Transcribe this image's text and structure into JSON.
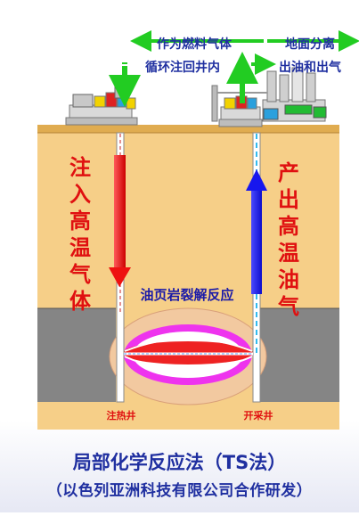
{
  "labels": {
    "top_left_line1": "作为燃料气体",
    "top_left_line2": "循环注回井内",
    "top_right_line1": "地面分离",
    "top_right_line2": "出油和出气",
    "left_vertical": [
      "注",
      "入",
      "高",
      "温",
      "气",
      "体"
    ],
    "right_vertical": [
      "产",
      "出",
      "高",
      "温",
      "油",
      "气"
    ],
    "reaction": "油页岩裂解反应",
    "injection_well": "注热井",
    "production_well": "开采井"
  },
  "caption": {
    "title": "局部化学反应法（TS法）",
    "subtitle": "（以色列亚洲科技有限公司合作研发）"
  },
  "colors": {
    "ground": "#f6cf88",
    "surface_band": "#e0ac50",
    "shale": "#858585",
    "injection_arrow": "#ee1111",
    "production_arrow": "#1717ee",
    "flow_arrow": "#22cc22",
    "reaction_text": "#1a1aa8",
    "vertical_text": "#e01010",
    "caption_text": "#1f2fa0"
  }
}
